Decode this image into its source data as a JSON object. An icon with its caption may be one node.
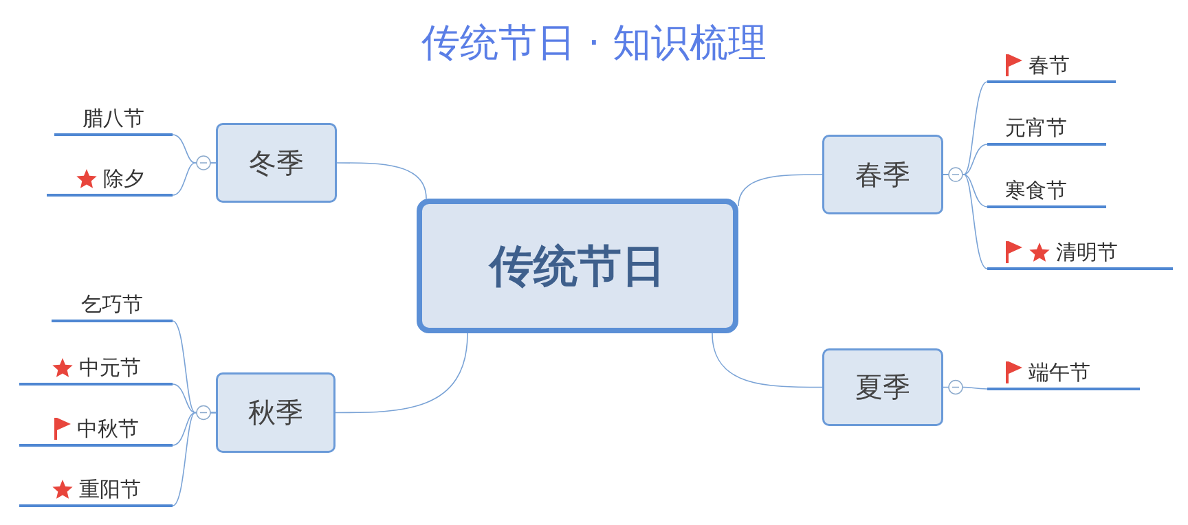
{
  "diagram": {
    "title": "传统节日 · 知识梳理",
    "nodes": [
      {
        "text": [
          "传统节日"
        ]
      },
      {
        "text": [
          "冬季"
        ]
      },
      {
        "text": [
          "腊八节"
        ]
      },
      {
        "text": [
          "除夕"
        ]
      },
      {
        "text": [
          "秋季"
        ]
      },
      {
        "text": [
          "乞巧节"
        ]
      },
      {
        "text": [
          "中元节"
        ]
      },
      {
        "text": [
          "中秋节"
        ]
      },
      {
        "text": [
          "重阳节"
        ]
      },
      {
        "text": [
          "春季"
        ]
      },
      {
        "text": [
          "春节"
        ]
      },
      {
        "text": [
          "元宵节"
        ]
      },
      {
        "text": [
          "寒食节"
        ]
      },
      {
        "text": [
          "清明节"
        ]
      },
      {
        "text": [
          "夏季"
        ]
      },
      {
        "text": [
          "端午节"
        ]
      }
    ],
    "edges": [
      {
        "from": 0,
        "to": 1,
        "arrow": "none"
      },
      {
        "from": 1,
        "to": 2,
        "arrow": "none"
      },
      {
        "from": 1,
        "to": 3,
        "arrow": "none"
      },
      {
        "from": 0,
        "to": 4,
        "arrow": "none"
      },
      {
        "from": 4,
        "to": 5,
        "arrow": "none"
      },
      {
        "from": 4,
        "to": 6,
        "arrow": "none"
      },
      {
        "from": 4,
        "to": 7,
        "arrow": "none"
      },
      {
        "from": 4,
        "to": 8,
        "arrow": "none"
      },
      {
        "from": 0,
        "to": 9,
        "arrow": "none"
      },
      {
        "from": 9,
        "to": 10,
        "arrow": "none"
      },
      {
        "from": 9,
        "to": 11,
        "arrow": "none"
      },
      {
        "from": 9,
        "to": 12,
        "arrow": "none"
      },
      {
        "from": 9,
        "to": 13,
        "arrow": "none"
      },
      {
        "from": 0,
        "to": 14,
        "arrow": "none"
      },
      {
        "from": 14,
        "to": 15,
        "arrow": "none"
      }
    ]
  }
}
